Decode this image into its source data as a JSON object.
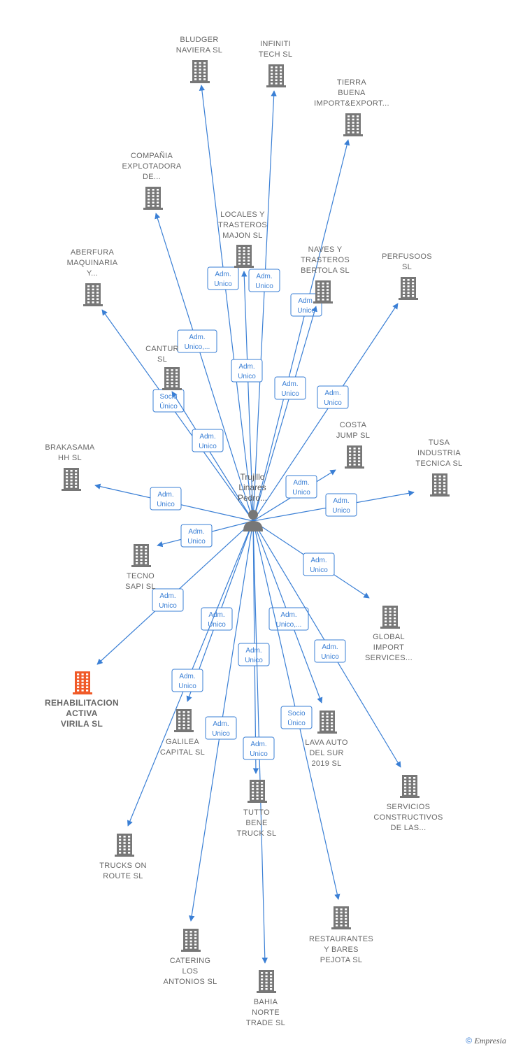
{
  "center": {
    "label": [
      "Trujillo",
      "Linares",
      "Pedro..."
    ],
    "icon": "person-icon"
  },
  "colors": {
    "edge": "#3a7fd5",
    "building": "#777777",
    "highlight": "#f05a28"
  },
  "nodes": [
    {
      "id": "bludger",
      "label": [
        "BLUDGER",
        "NAVIERA  SL"
      ],
      "edge": [
        "Adm.",
        "Unico"
      ]
    },
    {
      "id": "infiniti",
      "label": [
        "INFINITI",
        "TECH  SL"
      ],
      "edge": [
        "Adm.",
        "Unico"
      ]
    },
    {
      "id": "tierra",
      "label": [
        "TIERRA",
        "BUENA",
        "IMPORT&EXPORT..."
      ],
      "edge": [
        "Adm.",
        "Unico"
      ]
    },
    {
      "id": "compania",
      "label": [
        "COMPAÑIA",
        "EXPLOTADORA",
        "DE..."
      ],
      "edge": [
        "Adm.",
        "Unico,..."
      ]
    },
    {
      "id": "locales",
      "label": [
        "LOCALES Y",
        "TRASTEROS",
        "MAJON  SL"
      ],
      "edge": [
        "Adm.",
        "Unico"
      ]
    },
    {
      "id": "naves",
      "label": [
        "NAVES Y",
        "TRASTEROS",
        "BERTOLA  SL"
      ],
      "edge": [
        "Adm.",
        "Unico"
      ]
    },
    {
      "id": "perfusoos",
      "label": [
        "PERFUSOOS",
        "SL"
      ],
      "edge": [
        "Adm.",
        "Unico"
      ]
    },
    {
      "id": "aberfura",
      "label": [
        "ABERFURA",
        "MAQUINARIA",
        "Y..."
      ],
      "edge": [
        "Socio",
        "Único"
      ]
    },
    {
      "id": "cantur",
      "label": [
        "CANTUR",
        "SL"
      ],
      "edge": [
        "Adm.",
        "Unico"
      ]
    },
    {
      "id": "costa",
      "label": [
        "COSTA",
        "JUMP  SL"
      ],
      "edge": [
        "Adm.",
        "Unico"
      ]
    },
    {
      "id": "tusa",
      "label": [
        "TUSA",
        "INDUSTRIA",
        "TECNICA  SL"
      ],
      "edge": [
        "Adm.",
        "Unico"
      ]
    },
    {
      "id": "brakasama",
      "label": [
        "BRAKASAMA",
        "HH  SL"
      ],
      "edge": [
        "Adm.",
        "Unico"
      ]
    },
    {
      "id": "tecno",
      "label": [
        "TECNO",
        "SAPI  SL"
      ],
      "edge": [
        "Adm.",
        "Unico"
      ]
    },
    {
      "id": "global",
      "label": [
        "GLOBAL",
        "IMPORT",
        "SERVICES..."
      ],
      "edge": [
        "Adm.",
        "Unico"
      ]
    },
    {
      "id": "rehab",
      "label": [
        "REHABILITACION",
        "ACTIVA",
        "VIRILA  SL"
      ],
      "edge": [
        "Adm.",
        "Unico"
      ]
    },
    {
      "id": "galilea",
      "label": [
        "GALILEA",
        "CAPITAL  SL"
      ],
      "edge": [
        "Adm.",
        "Unico"
      ]
    },
    {
      "id": "lava",
      "label": [
        "LAVA AUTO",
        "DEL SUR",
        "2019  SL"
      ],
      "edge": [
        "Adm.",
        "Unico,..."
      ]
    },
    {
      "id": "servicios",
      "label": [
        "SERVICIOS",
        "CONSTRUCTIVOS",
        "DE LAS..."
      ],
      "edge": [
        "Adm.",
        "Unico"
      ]
    },
    {
      "id": "trucks",
      "label": [
        "TRUCKS ON",
        "ROUTE  SL"
      ],
      "edge": [
        "Adm.",
        "Unico"
      ]
    },
    {
      "id": "tutto",
      "label": [
        "TUTTO",
        "BENE",
        "TRUCK  SL"
      ],
      "edge": [
        "Adm.",
        "Unico"
      ]
    },
    {
      "id": "restaurantes",
      "label": [
        "RESTAURANTES",
        "Y BARES",
        "PEJOTA  SL"
      ],
      "edge": [
        "Socio",
        "Único"
      ]
    },
    {
      "id": "catering",
      "label": [
        "CATERING",
        "LOS",
        "ANTONIOS  SL"
      ],
      "edge": [
        "Adm.",
        "Unico"
      ]
    },
    {
      "id": "bahia",
      "label": [
        "BAHIA",
        "NORTE",
        "TRADE  SL"
      ],
      "edge": [
        "Adm.",
        "Unico"
      ]
    }
  ],
  "footer": {
    "copyright": "©",
    "brand": "Empresia"
  }
}
